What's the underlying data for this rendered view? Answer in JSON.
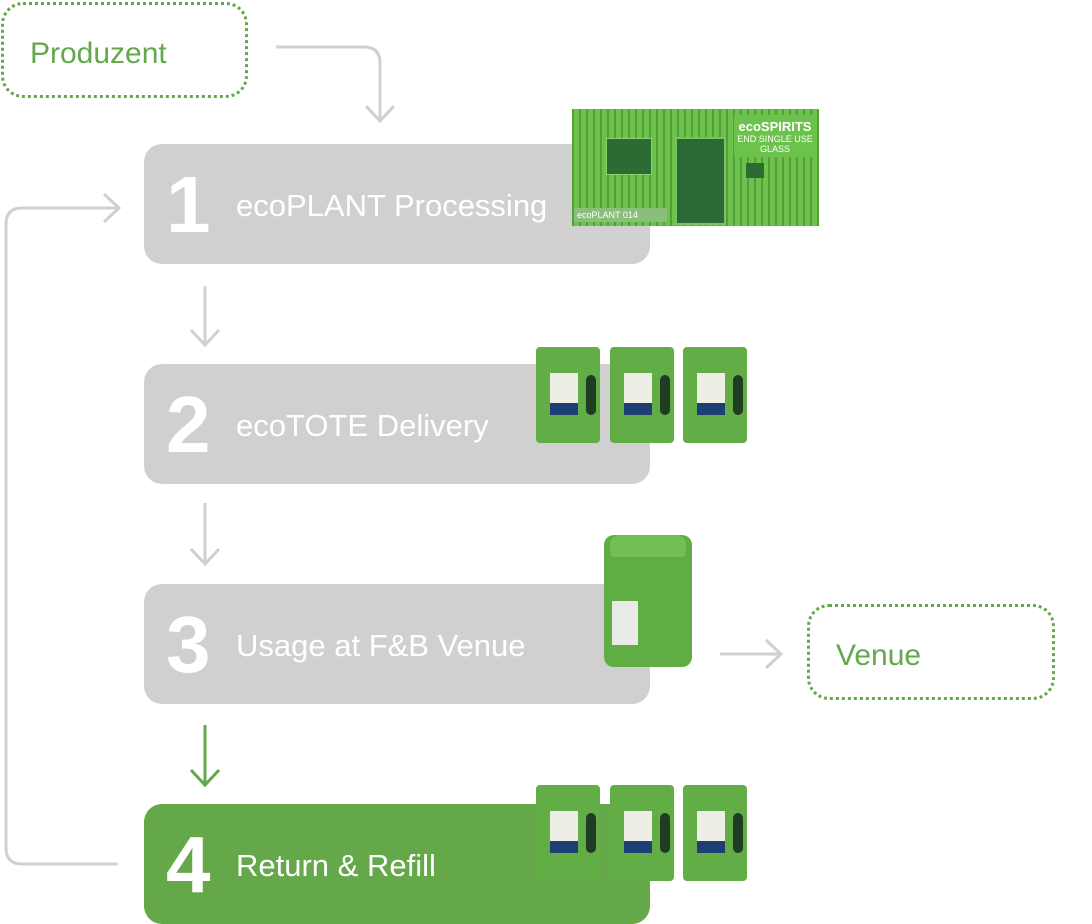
{
  "nodes": {
    "producer": {
      "label": "Produzent"
    },
    "venue": {
      "label": "Venue"
    }
  },
  "steps": [
    {
      "number": "1",
      "label": "ecoPLANT Processing",
      "active": false,
      "image": "ecoplant-container"
    },
    {
      "number": "2",
      "label": "ecoTOTE Delivery",
      "active": false,
      "image": "ecotote-group"
    },
    {
      "number": "3",
      "label": "Usage at F&B Venue",
      "active": false,
      "image": "ecotote-dispenser"
    },
    {
      "number": "4",
      "label": "Return & Refill",
      "active": true,
      "image": "ecotote-group"
    }
  ],
  "images": {
    "ecoplant": {
      "brand": "ecoSPIRITS",
      "tagline": "END SINGLE USE GLASS",
      "plate": "ecoPLANT 014"
    }
  },
  "colors": {
    "accent": "#64a84a",
    "inactive": "#d0d0d0",
    "arrow": "#d0d0d0",
    "text_on_step": "#ffffff"
  }
}
